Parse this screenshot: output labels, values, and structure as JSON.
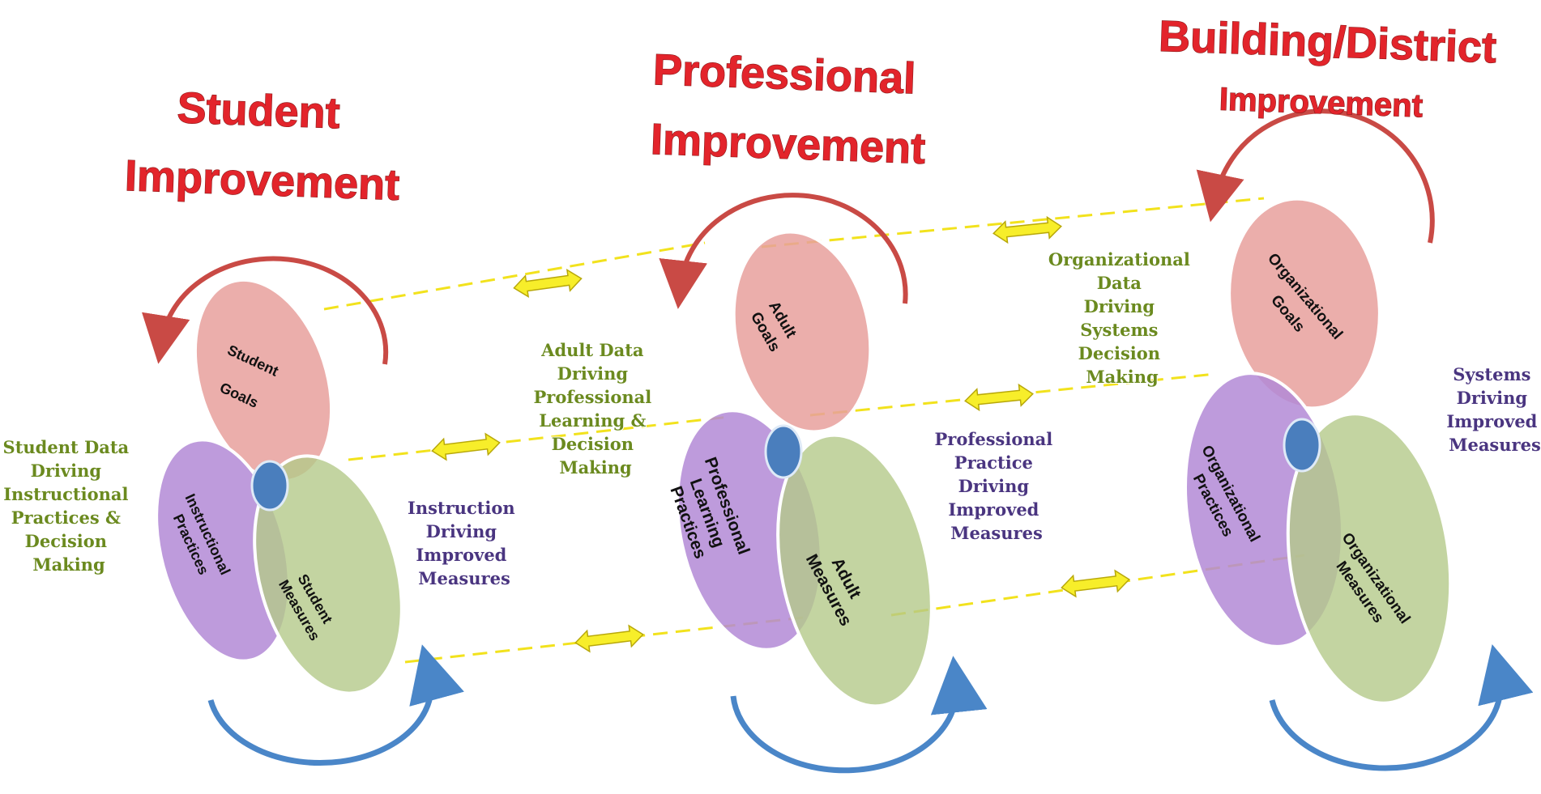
{
  "titles": {
    "student": [
      "Student",
      "Improvement"
    ],
    "professional": [
      "Professional",
      "Improvement"
    ],
    "building": [
      "Building/District",
      "Improvement"
    ]
  },
  "groups": {
    "student": {
      "goals": [
        "Student",
        "Goals"
      ],
      "practices": [
        "Instructional",
        "Practices"
      ],
      "measures": [
        "Student",
        "Measures"
      ]
    },
    "professional": {
      "goals": [
        "Adult",
        "Goals"
      ],
      "practices": [
        "Professional",
        "Learning",
        "Practices"
      ],
      "measures": [
        "Adult",
        "Measures"
      ]
    },
    "building": {
      "goals": [
        "Organizational",
        "Goals"
      ],
      "practices": [
        "Organizational",
        "Practices"
      ],
      "measures": [
        "Organizational",
        "Measures"
      ]
    }
  },
  "annotations": {
    "student_data": [
      "Student Data",
      "Driving",
      "Instructional",
      "Practices &",
      "Decision",
      "Making"
    ],
    "instruction_driving": [
      "Instruction",
      "Driving",
      "Improved",
      "Measures"
    ],
    "adult_data": [
      "Adult Data",
      "Driving",
      "Professional",
      "Learning &",
      "Decision",
      "Making"
    ],
    "professional_practice": [
      "Professional",
      "Practice",
      "Driving",
      "Improved",
      "Measures"
    ],
    "organizational_data": [
      "Organizational",
      "Data",
      "Driving",
      "Systems",
      "Decision",
      "Making"
    ],
    "systems_driving": [
      "Systems",
      "Driving",
      "Improved",
      "Measures"
    ]
  },
  "colors": {
    "goals": "#e8a09c",
    "practices": "#b389d6",
    "measures": "#b4c98a",
    "title_red": "#e3242b",
    "arrow_red": "#c94a45",
    "arrow_blue": "#4a86c8",
    "dash_yellow": "#f2e21d",
    "annot_green": "#6b8a1f",
    "annot_purple": "#4a3580"
  }
}
